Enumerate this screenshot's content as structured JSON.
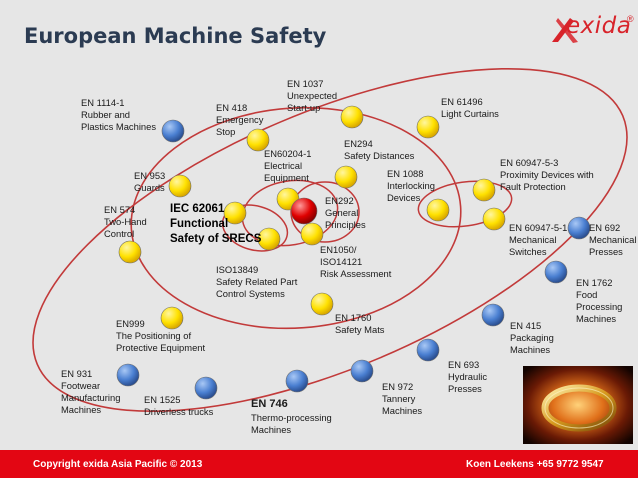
{
  "header": {
    "title": "European Machine Safety"
  },
  "logo": {
    "text": "exida",
    "reg": "®"
  },
  "footer": {
    "copyright": "Copyright exida Asia Pacific © 2013",
    "contact": "Koen Leekens +65 9772 9547"
  },
  "center": {
    "label": "IEC 62061\nFunctional\nSafety of SRECS"
  },
  "labels": {
    "en1037": "EN 1037\nUnexpected\nStart-up",
    "en418": "EN 418\nEmergency\nStop",
    "en1114": "EN 1114-1\nRubber and\nPlastics Machines",
    "en61496": "EN 61496\nLight Curtains",
    "en294": "EN294\nSafety Distances",
    "en60204": "EN60204-1\nElectrical\nEquipment",
    "en953": "EN 953\nGuards",
    "en1088": "EN 1088\nInterlocking\nDevices",
    "en60947_3": "EN 60947-5-3\nProximity Devices with\nFault Protection",
    "en292": "EN292\nGeneral\nPrinciples",
    "en574": "EN 574\nTwo-Hand\nControl",
    "en60947_1": "EN 60947-5-1\nMechanical\nSwitches",
    "en692": "EN 692\nMechanical\nPresses",
    "en1050": "EN1050/\nISO14121\nRisk Assessment",
    "iso13849": "ISO13849\nSafety Related Part\nControl Systems",
    "en1762": "EN 1762\nFood\nProcessing\nMachines",
    "en1760": "EN 1760\nSafety Mats",
    "en415": "EN 415\nPackaging\nMachines",
    "en999": "EN999\nThe Positioning of\nProtective Equipment",
    "en693": "EN 693\nHydraulic\nPresses",
    "en931": "EN 931\nFootwear\nManufacturing\nMachines",
    "en1525": "EN 1525\nDriverless trucks",
    "en746_title": "EN 746",
    "en746_sub": "Thermo-processing\nMachines",
    "en972": "EN 972\nTannery\nMachines"
  },
  "colors": {
    "footer": "#e30613",
    "yellow_node": "#ffe100",
    "blue_node": "#4a7fd1",
    "red_node": "#e00000",
    "ring_line": "#c23a3a",
    "title": "#2b3b52"
  },
  "icons": {
    "logo": "exida-swoosh-icon",
    "photo": "golden-ring-icon"
  }
}
